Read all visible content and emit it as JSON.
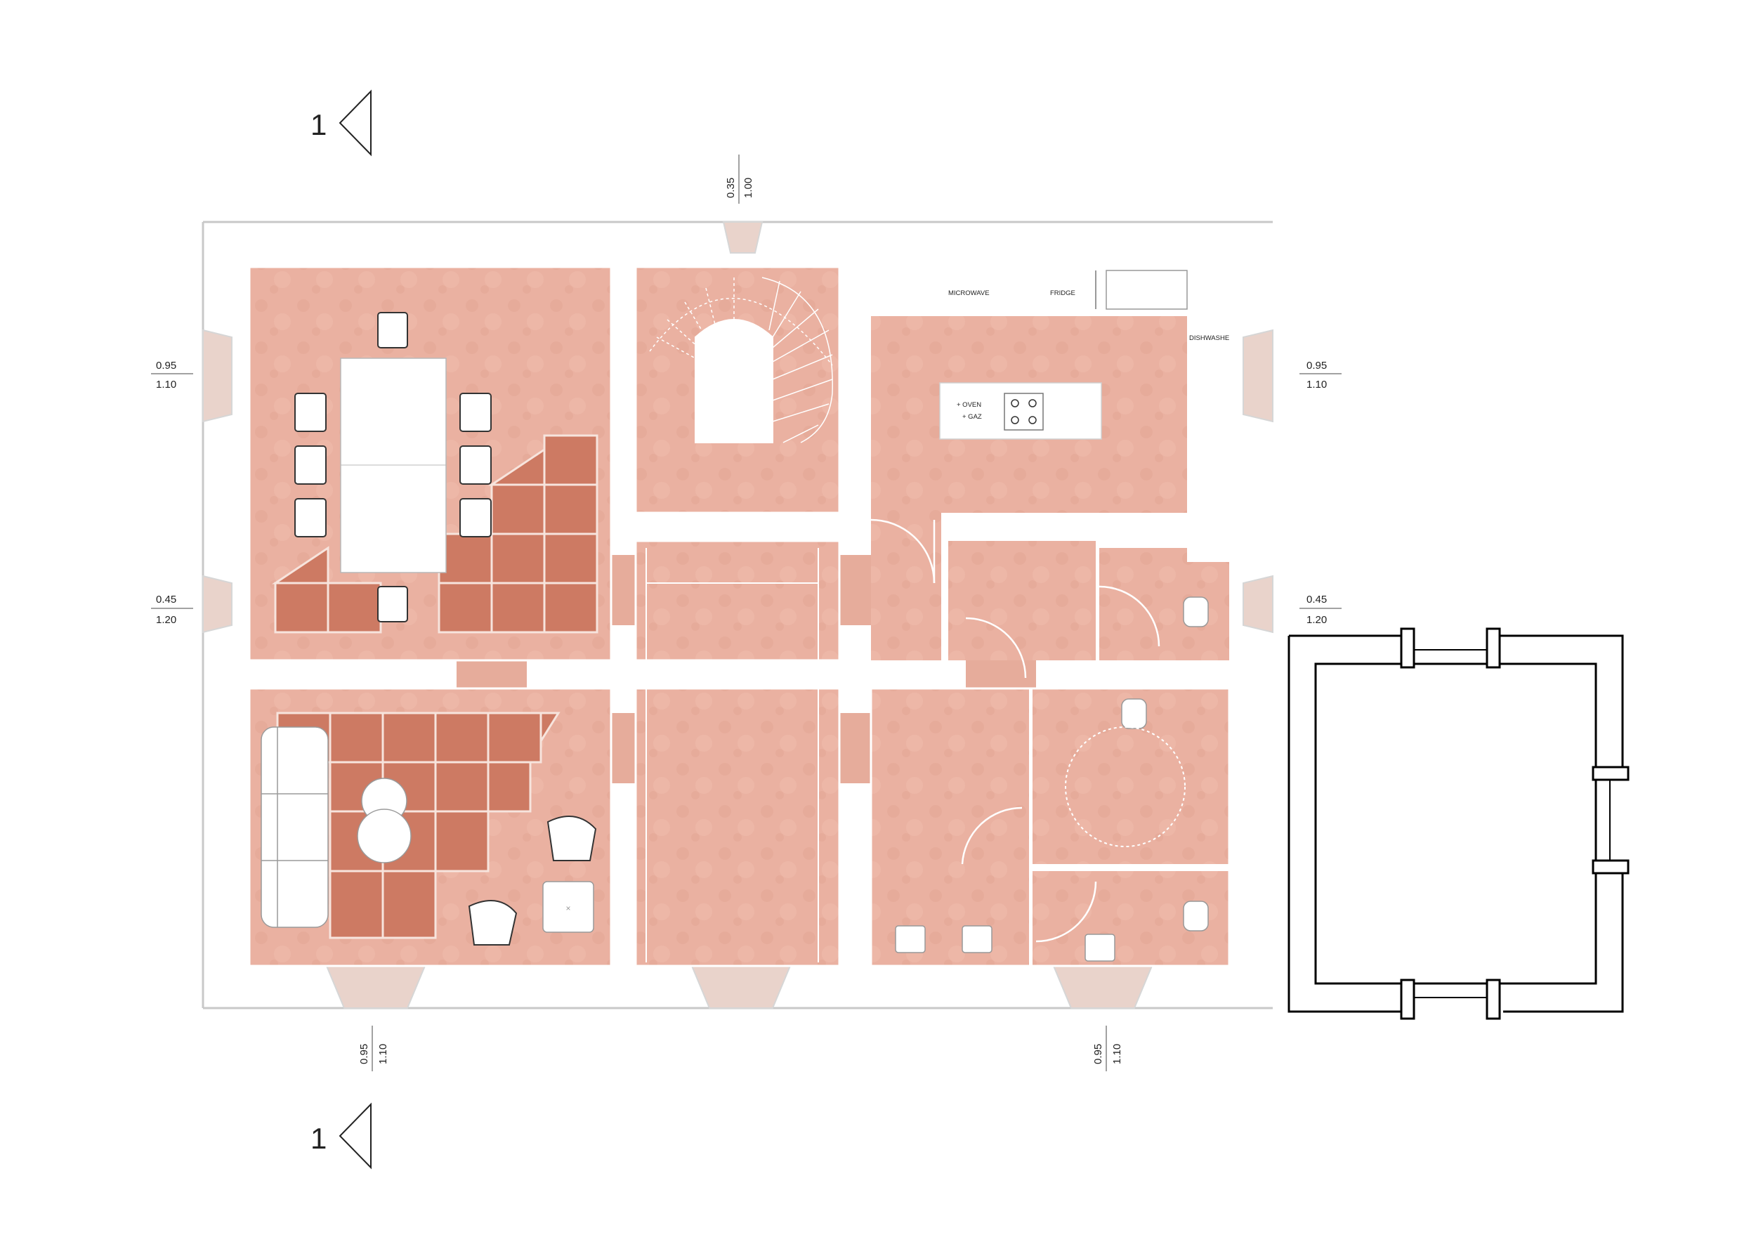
{
  "section_markers": {
    "top": "1",
    "bottom": "1"
  },
  "dimensions": {
    "top_center": {
      "a": "0.35",
      "b": "1.00"
    },
    "left_upper": {
      "a": "0.95",
      "b": "1.10"
    },
    "left_middle": {
      "a": "0.45",
      "b": "1.20"
    },
    "right_upper": {
      "a": "0.95",
      "b": "1.10"
    },
    "right_middle": {
      "a": "0.45",
      "b": "1.20"
    },
    "bottom_left": {
      "a": "0.95",
      "b": "1.10"
    },
    "bottom_right": {
      "a": "0.95",
      "b": "1.10"
    }
  },
  "kitchen_labels": {
    "microwave": "MICROWAVE",
    "fridge": "FRIDGE",
    "dishwasher": "DISHWASHE",
    "oven": "+ OVEN",
    "gaz": "+ GAZ"
  },
  "colors": {
    "floor": "#eab1a1",
    "floor_dark": "#dd9f8d",
    "tile": "#cd7a63",
    "tile_grout": "#f7e4dd",
    "wall_outline": "#000000",
    "shadow": "#d9d9d9"
  }
}
